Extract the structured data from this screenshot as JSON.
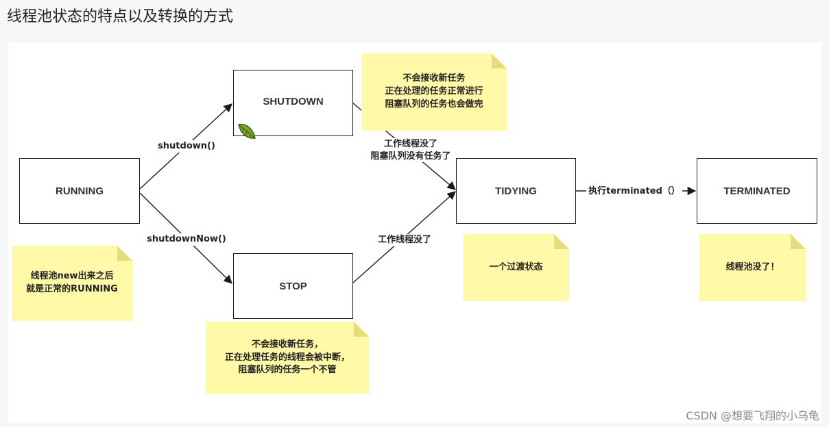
{
  "page": {
    "title": "线程池状态的特点以及转换的方式"
  },
  "states": {
    "running": "RUNNING",
    "shutdown": "SHUTDOWN",
    "stop": "STOP",
    "tidying": "TIDYING",
    "terminated": "TERMINATED"
  },
  "edges": {
    "running_to_shutdown": "shutdown()",
    "running_to_stop": "shutdownNow()",
    "shutdown_to_tidying": "工作线程没了\n阻塞队列没有任务了",
    "stop_to_tidying": "工作线程没了",
    "tidying_to_terminated": "执行terminated（）"
  },
  "notes": {
    "running": "线程池new出来之后\n就是正常的RUNNING",
    "shutdown": "不会接收新任务\n正在处理的任务正常进行\n阻塞队列的任务也会做完",
    "stop": "不会接收新任务，\n正在处理任务的线程会被中断，\n阻塞队列的任务一个不管",
    "tidying": "一个过渡状态",
    "terminated": "线程池没了！"
  },
  "colors": {
    "note_fill": "#fff9a8",
    "stroke": "#1a1a1a"
  },
  "watermark": "CSDN @想要飞翔的小乌龟"
}
